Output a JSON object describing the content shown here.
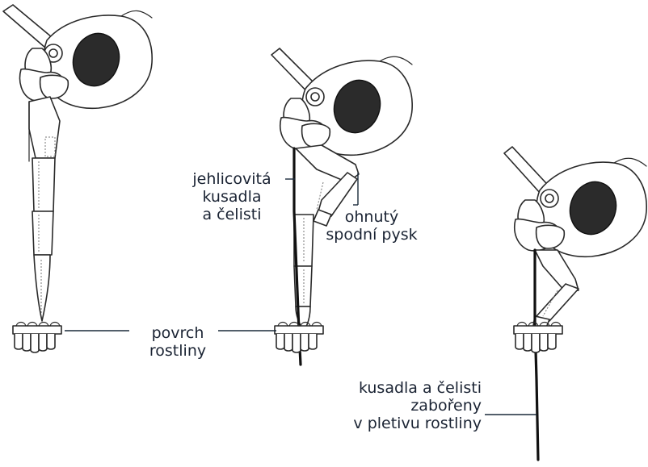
{
  "labels": {
    "povrch_rostliny": [
      "povrch",
      "rostliny"
    ],
    "jehlicovita": [
      "jehlicovitá",
      "kusadla",
      "a čelisti"
    ],
    "ohnuty": [
      "ohnutý",
      "spodní pysk"
    ],
    "zaboreny": [
      "kusadla a čelisti",
      "zabořeny",
      "v pletivu rostliny"
    ]
  },
  "colors": {
    "ink": "#2a2a2a",
    "label_text": "#1a2333",
    "eye": "#2b2b2b",
    "leader_line": "#1a2a3a"
  }
}
